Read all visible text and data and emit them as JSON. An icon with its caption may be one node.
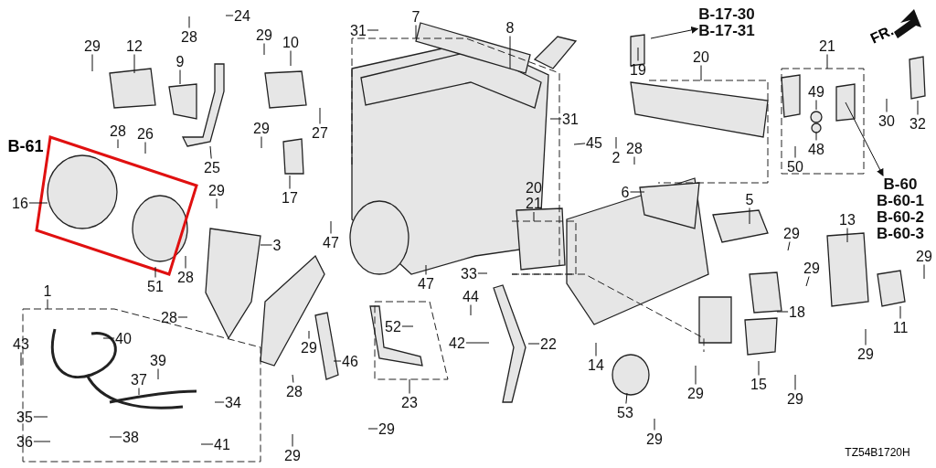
{
  "diagram": {
    "nodes": [
      {
        "text": [
          "29"
        ]
      },
      {
        "text": [
          "12"
        ]
      },
      {
        "text": [
          "28"
        ]
      },
      {
        "text": [
          "24"
        ]
      },
      {
        "text": [
          "9"
        ]
      },
      {
        "text": [
          "29"
        ]
      },
      {
        "text": [
          "10"
        ]
      },
      {
        "text": [
          "31"
        ]
      },
      {
        "text": [
          "7"
        ]
      },
      {
        "text": [
          "8"
        ]
      },
      {
        "text": [
          "19"
        ]
      },
      {
        "text": [
          "B-17-30",
          "B-17-31"
        ]
      },
      {
        "text": [
          "20"
        ]
      },
      {
        "text": [
          "21"
        ]
      },
      {
        "text": [
          "28"
        ]
      },
      {
        "text": [
          "26"
        ]
      },
      {
        "text": [
          "31"
        ]
      },
      {
        "text": [
          "45"
        ]
      },
      {
        "text": [
          "29"
        ]
      },
      {
        "text": [
          "27"
        ]
      },
      {
        "text": [
          "2"
        ]
      },
      {
        "text": [
          "28"
        ]
      },
      {
        "text": [
          "49"
        ]
      },
      {
        "text": [
          "30"
        ]
      },
      {
        "text": [
          "32"
        ]
      },
      {
        "text": [
          "48"
        ]
      },
      {
        "text": [
          "50"
        ]
      },
      {
        "text": [
          "25"
        ]
      },
      {
        "text": [
          "20",
          "21"
        ]
      },
      {
        "text": [
          "6"
        ]
      },
      {
        "text": [
          "17"
        ]
      },
      {
        "text": [
          "29"
        ]
      },
      {
        "text": [
          "16"
        ]
      },
      {
        "text": [
          "B-60",
          "B-60-1",
          "B-60-2",
          "B-60-3"
        ]
      },
      {
        "text": [
          "5"
        ]
      },
      {
        "text": [
          "13"
        ]
      },
      {
        "text": [
          "29"
        ]
      },
      {
        "text": [
          "47"
        ]
      },
      {
        "text": [
          "3"
        ]
      },
      {
        "text": [
          "29"
        ]
      },
      {
        "text": [
          "29"
        ]
      },
      {
        "text": [
          "28"
        ]
      },
      {
        "text": [
          "33"
        ]
      },
      {
        "text": [
          "47"
        ]
      },
      {
        "text": [
          "51"
        ]
      },
      {
        "text": [
          "1"
        ]
      },
      {
        "text": [
          "44"
        ]
      },
      {
        "text": [
          "18"
        ]
      },
      {
        "text": [
          "28"
        ]
      },
      {
        "text": [
          "52"
        ]
      },
      {
        "text": [
          "11"
        ]
      },
      {
        "text": [
          "42"
        ]
      },
      {
        "text": [
          "22"
        ]
      },
      {
        "text": [
          "43"
        ]
      },
      {
        "text": [
          "40"
        ]
      },
      {
        "text": [
          "29"
        ]
      },
      {
        "text": [
          "46"
        ]
      },
      {
        "text": [
          "39"
        ]
      },
      {
        "text": [
          "14"
        ]
      },
      {
        "text": [
          "29"
        ]
      },
      {
        "text": [
          "15"
        ]
      },
      {
        "text": [
          "37"
        ]
      },
      {
        "text": [
          "28"
        ]
      },
      {
        "text": [
          "29"
        ]
      },
      {
        "text": [
          "29"
        ]
      },
      {
        "text": [
          "34"
        ]
      },
      {
        "text": [
          "23"
        ]
      },
      {
        "text": [
          "53"
        ]
      },
      {
        "text": [
          "35"
        ]
      },
      {
        "text": [
          "29"
        ]
      },
      {
        "text": [
          "36"
        ]
      },
      {
        "text": [
          "38"
        ]
      },
      {
        "text": [
          "41"
        ]
      },
      {
        "text": [
          "29"
        ]
      },
      {
        "text": [
          "29"
        ]
      }
    ],
    "edges": [
      {
        "from": 0,
        "to": null,
        "arrow": "none"
      },
      {
        "from": 1,
        "to": null,
        "arrow": "none"
      },
      {
        "from": 2,
        "to": null,
        "arrow": "none"
      },
      {
        "from": 3,
        "to": null,
        "arrow": "none"
      },
      {
        "from": 4,
        "to": null,
        "arrow": "none"
      },
      {
        "from": 5,
        "to": null,
        "arrow": "none"
      },
      {
        "from": 6,
        "to": null,
        "arrow": "none"
      },
      {
        "from": 7,
        "to": null,
        "arrow": "none"
      },
      {
        "from": 8,
        "to": null,
        "arrow": "none"
      },
      {
        "from": 9,
        "to": null,
        "arrow": "none"
      },
      {
        "from": 10,
        "to": null,
        "arrow": "none"
      },
      {
        "from": null,
        "to": 11,
        "arrow": "to"
      },
      {
        "from": 12,
        "to": null,
        "arrow": "none"
      },
      {
        "from": 13,
        "to": null,
        "arrow": "none"
      },
      {
        "from": 14,
        "to": null,
        "arrow": "none"
      },
      {
        "from": 15,
        "to": null,
        "arrow": "none"
      },
      {
        "from": 16,
        "to": null,
        "arrow": "none"
      },
      {
        "from": 17,
        "to": null,
        "arrow": "none"
      },
      {
        "from": 18,
        "to": null,
        "arrow": "none"
      },
      {
        "from": 19,
        "to": null,
        "arrow": "none"
      },
      {
        "from": 20,
        "to": null,
        "arrow": "none"
      },
      {
        "from": 21,
        "to": null,
        "arrow": "none"
      },
      {
        "from": 22,
        "to": null,
        "arrow": "none"
      },
      {
        "from": 23,
        "to": null,
        "arrow": "none"
      },
      {
        "from": 24,
        "to": null,
        "arrow": "none"
      },
      {
        "from": 25,
        "to": null,
        "arrow": "none"
      },
      {
        "from": 26,
        "to": null,
        "arrow": "none"
      },
      {
        "from": 27,
        "to": null,
        "arrow": "none"
      },
      {
        "from": 28,
        "to": null,
        "arrow": "none"
      },
      {
        "from": 29,
        "to": null,
        "arrow": "none"
      },
      {
        "from": 30,
        "to": null,
        "arrow": "none"
      },
      {
        "from": 31,
        "to": null,
        "arrow": "none"
      },
      {
        "from": 32,
        "to": null,
        "arrow": "none"
      },
      {
        "from": null,
        "to": 33,
        "arrow": "to"
      },
      {
        "from": 34,
        "to": null,
        "arrow": "none"
      },
      {
        "from": 35,
        "to": null,
        "arrow": "none"
      },
      {
        "from": 36,
        "to": null,
        "arrow": "none"
      },
      {
        "from": 37,
        "to": null,
        "arrow": "none"
      },
      {
        "from": 38,
        "to": null,
        "arrow": "none"
      },
      {
        "from": 39,
        "to": null,
        "arrow": "none"
      },
      {
        "from": 40,
        "to": null,
        "arrow": "none"
      },
      {
        "from": 41,
        "to": null,
        "arrow": "none"
      },
      {
        "from": 42,
        "to": null,
        "arrow": "none"
      },
      {
        "from": 43,
        "to": null,
        "arrow": "none"
      },
      {
        "from": 44,
        "to": null,
        "arrow": "none"
      },
      {
        "from": 45,
        "to": null,
        "arrow": "none"
      },
      {
        "from": 46,
        "to": null,
        "arrow": "none"
      },
      {
        "from": 47,
        "to": null,
        "arrow": "none"
      },
      {
        "from": 48,
        "to": null,
        "arrow": "none"
      },
      {
        "from": 49,
        "to": null,
        "arrow": "none"
      },
      {
        "from": 50,
        "to": null,
        "arrow": "none"
      },
      {
        "from": 51,
        "to": null,
        "arrow": "none"
      },
      {
        "from": 52,
        "to": null,
        "arrow": "none"
      },
      {
        "from": 53,
        "to": null,
        "arrow": "none"
      },
      {
        "from": 54,
        "to": null,
        "arrow": "none"
      },
      {
        "from": 55,
        "to": null,
        "arrow": "none"
      },
      {
        "from": 56,
        "to": null,
        "arrow": "none"
      },
      {
        "from": 57,
        "to": null,
        "arrow": "none"
      },
      {
        "from": 58,
        "to": null,
        "arrow": "none"
      },
      {
        "from": 59,
        "to": null,
        "arrow": "none"
      },
      {
        "from": 60,
        "to": null,
        "arrow": "none"
      },
      {
        "from": 61,
        "to": null,
        "arrow": "none"
      },
      {
        "from": 62,
        "to": null,
        "arrow": "none"
      },
      {
        "from": 63,
        "to": null,
        "arrow": "none"
      },
      {
        "from": 64,
        "to": null,
        "arrow": "none"
      },
      {
        "from": 65,
        "to": null,
        "arrow": "none"
      },
      {
        "from": 66,
        "to": null,
        "arrow": "none"
      },
      {
        "from": 67,
        "to": null,
        "arrow": "none"
      },
      {
        "from": 68,
        "to": null,
        "arrow": "none"
      },
      {
        "from": 69,
        "to": null,
        "arrow": "none"
      },
      {
        "from": 70,
        "to": null,
        "arrow": "none"
      },
      {
        "from": 71,
        "to": null,
        "arrow": "none"
      },
      {
        "from": 72,
        "to": null,
        "arrow": "none"
      },
      {
        "from": 73,
        "to": null,
        "arrow": "none"
      },
      {
        "from": 74,
        "to": null,
        "arrow": "none"
      }
    ],
    "labels": [
      "B-61",
      "FR.",
      "TZ54B1720H"
    ]
  }
}
